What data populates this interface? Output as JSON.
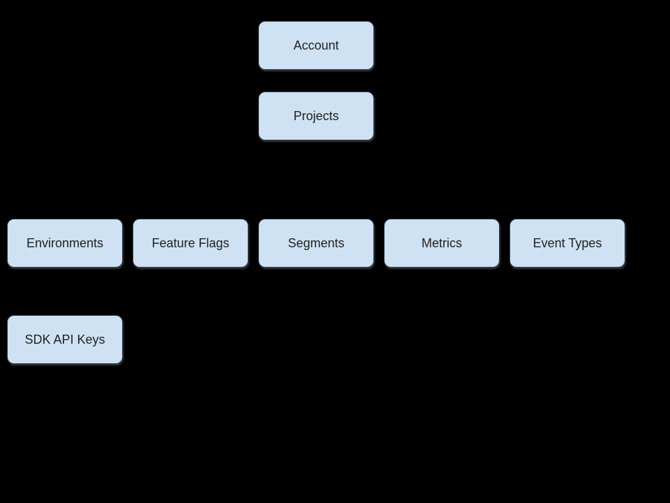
{
  "diagram": {
    "background_color": "#000000",
    "node_fill_color": "#cfe2f3",
    "node_text_color": "#212121",
    "nodes": [
      {
        "id": "account",
        "label": "Account"
      },
      {
        "id": "projects",
        "label": "Projects"
      },
      {
        "id": "environments",
        "label": "Environments"
      },
      {
        "id": "feature-flags",
        "label": "Feature Flags"
      },
      {
        "id": "segments",
        "label": "Segments"
      },
      {
        "id": "metrics",
        "label": "Metrics"
      },
      {
        "id": "event-types",
        "label": "Event Types"
      },
      {
        "id": "sdk-api-keys",
        "label": "SDK API Keys"
      }
    ]
  }
}
